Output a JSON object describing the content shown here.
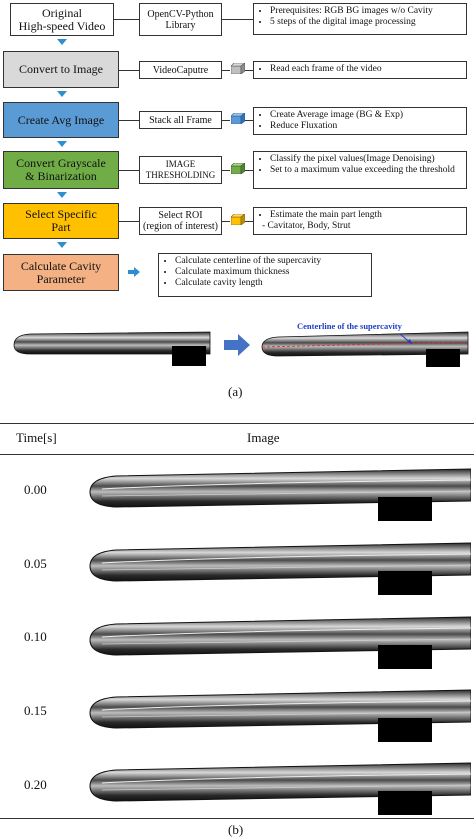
{
  "flow": {
    "steps": [
      {
        "label": "Original\nHigh-speed Video",
        "color": "#ffffff"
      },
      {
        "label": "Convert to Image",
        "color": "#d9d9d9"
      },
      {
        "label": "Create Avg Image",
        "color": "#5b9bd5"
      },
      {
        "label": "Convert Grayscale\n& Binarization",
        "color": "#70ad47"
      },
      {
        "label": "Select Specific\nPart",
        "color": "#ffc000"
      },
      {
        "label": "Calculate Cavity\nParameter",
        "color": "#f4b183"
      }
    ],
    "methods": [
      {
        "label": "OpenCV-Python\nLibrary"
      },
      {
        "label": "VideoCaputre"
      },
      {
        "label": "Stack all Frame"
      },
      {
        "label": "IMAGE\nTHRESHOLDING"
      },
      {
        "label": "Select ROI\n(region of interest)"
      }
    ],
    "notes": [
      {
        "items": [
          "Prerequisites: RGB BG images w/o  Cavity",
          "5 steps of the digital image processing"
        ]
      },
      {
        "items": [
          "Read each frame of the video"
        ]
      },
      {
        "items": [
          "Create Average image (BG & Exp)",
          "Reduce Fluxation"
        ]
      },
      {
        "items": [
          "Classify the pixel values(Image Denoising)",
          "Set to a maximum value exceeding the threshold"
        ]
      },
      {
        "items": [
          "Estimate the main part length"
        ],
        "sub": "- Cavitator, Body, Strut"
      },
      {
        "items": [
          "Calculate centerline of the supercavity",
          "Calculate maximum thickness",
          "Calculate cavity length"
        ]
      }
    ],
    "cube_colors": [
      "#bfbfbf",
      "#5b9bd5",
      "#70ad47",
      "#ffc000"
    ]
  },
  "panel_a": {
    "centerline_label": "Centerline of the supercavity",
    "caption": "(a)"
  },
  "panel_b": {
    "header_time": "Time[s]",
    "header_image": "Image",
    "times": [
      "0.00",
      "0.05",
      "0.10",
      "0.15",
      "0.20"
    ],
    "caption": "(b)"
  }
}
